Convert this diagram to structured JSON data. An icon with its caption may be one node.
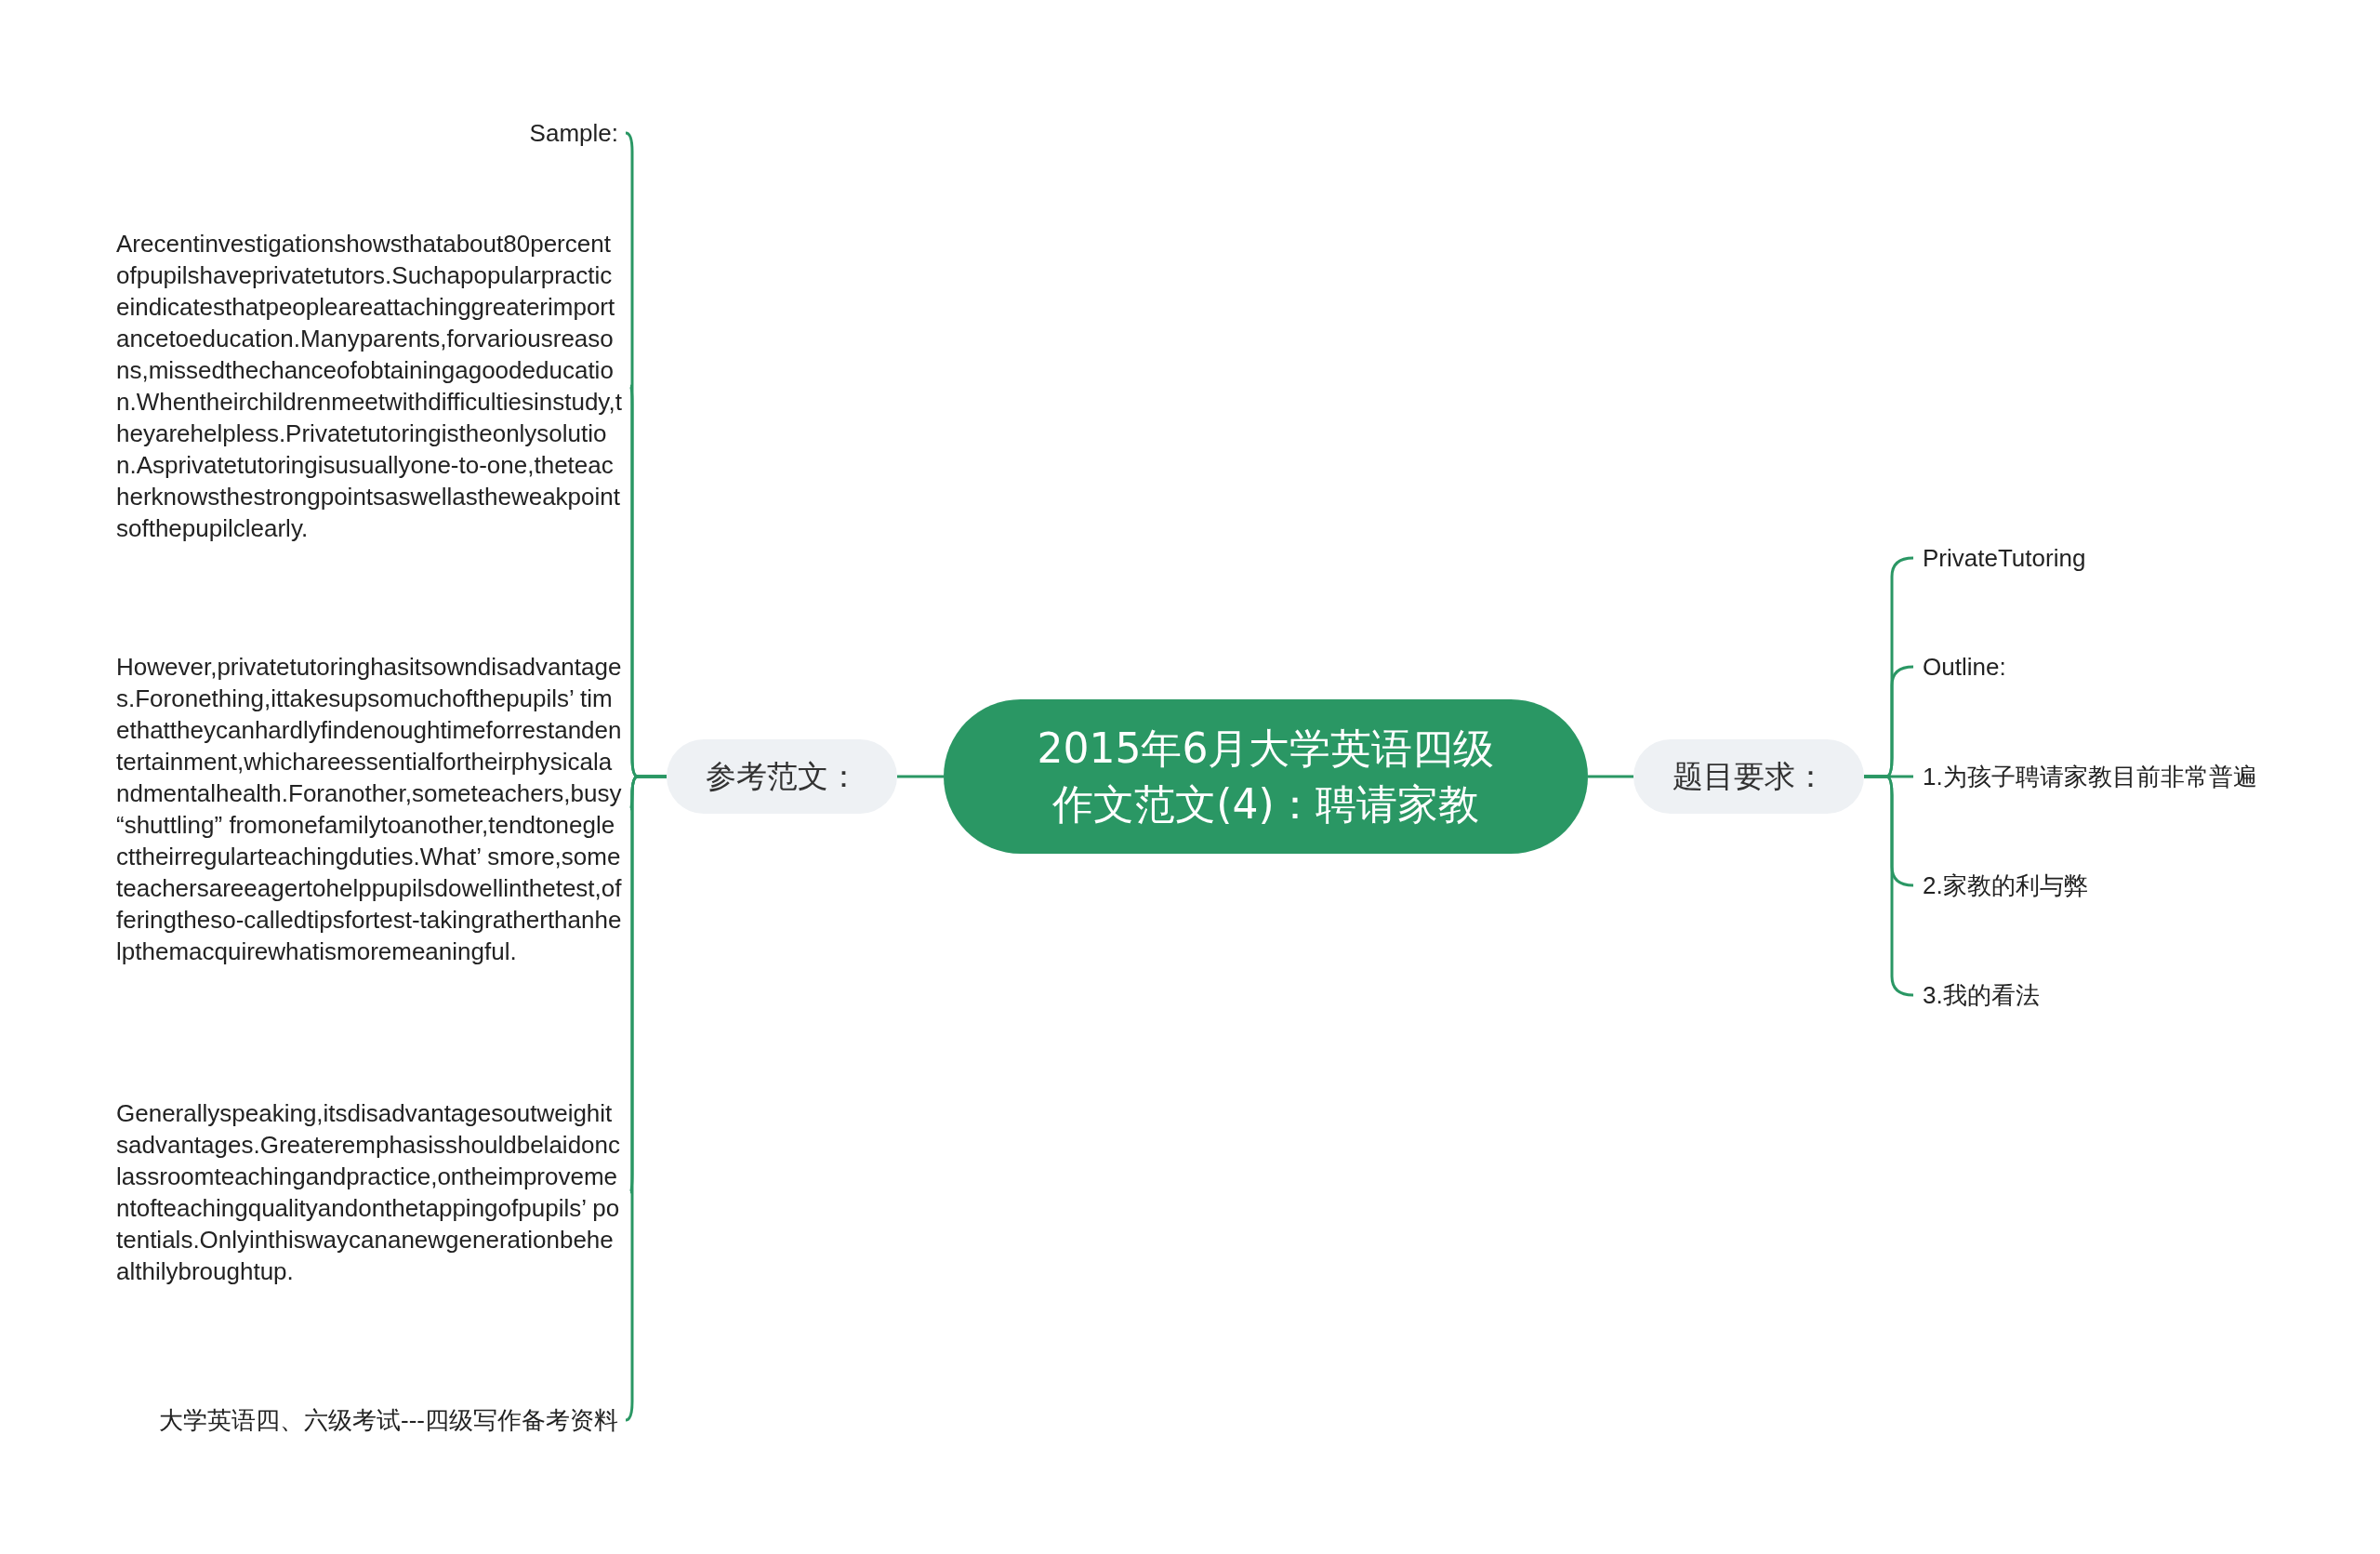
{
  "diagram": {
    "nodes": [
      {
        "text": [
          "2015年6月大学英语四级作文范文(4)：聘请家教"
        ]
      },
      {
        "text": [
          "参考范文："
        ]
      },
      {
        "text": [
          "Sample:"
        ]
      },
      {
        "text": [
          "Arecentinvestigationshowsthatabout80percentofpupilshaveprivatetutors.Suchapopularpracticeindicatesthatpeopleareattachinggreaterimportancetoeducation.Manyparents,forvariousreasons,missedthechanceofobtainingagoodeducation.Whentheirchildrenmeetwithdifficultiesinstudy,theyarehelpless.Privatetutoringistheonlysolution.Asprivatetutoringisusuallyone-to-one,theteacherknowsthestrongpointsaswellastheweakpointsofthepupilclearly."
        ]
      },
      {
        "text": [
          "However,privatetutoringhasitsowndisadvantages.Foronething,ittakesupsomuchofthepupils’ timethattheycanhardlyfindenoughtimeforrestandentertainment,whichareessentialfortheirphysicalandmentalhealth.Foranother,someteachers,busy “shuttling” fromonefamilytoanother,tendtoneglecttheirregularteachingduties.What’ smore,someteachersareeagertohelppupilsdowellinthetest,offeringtheso-calledtipsfortest-takingratherthanhelpthemacquirewhatismoremeaningful."
        ]
      },
      {
        "text": [
          "Generallyspeaking,itsdisadvantagesoutweighitsadvantages.Greateremphasisshouldbelaidonclassroomteachingandpractice,ontheimprovementofteachingqualityandonthetappingofpupils’ potentials.Onlyinthiswaycananewgenerationbehealthilybroughtup."
        ]
      },
      {
        "text": [
          "大学英语四、六级考试---四级写作备考资料"
        ]
      },
      {
        "text": [
          "题目要求："
        ]
      },
      {
        "text": [
          "PrivateTutoring"
        ]
      },
      {
        "text": [
          "Outline:"
        ]
      },
      {
        "text": [
          "1.为孩子聘请家教目前非常普遍"
        ]
      },
      {
        "text": [
          "2.家教的利与弊"
        ]
      },
      {
        "text": [
          "3.我的看法"
        ]
      }
    ],
    "edges": [
      {
        "from": 0,
        "to": 1,
        "arrow": "none"
      },
      {
        "from": 1,
        "to": 2,
        "arrow": "none"
      },
      {
        "from": 1,
        "to": 3,
        "arrow": "none"
      },
      {
        "from": 1,
        "to": 4,
        "arrow": "none"
      },
      {
        "from": 1,
        "to": 5,
        "arrow": "none"
      },
      {
        "from": 1,
        "to": 6,
        "arrow": "none"
      },
      {
        "from": 0,
        "to": 7,
        "arrow": "none"
      },
      {
        "from": 7,
        "to": 8,
        "arrow": "none"
      },
      {
        "from": 7,
        "to": 9,
        "arrow": "none"
      },
      {
        "from": 7,
        "to": 10,
        "arrow": "none"
      },
      {
        "from": 7,
        "to": 11,
        "arrow": "none"
      },
      {
        "from": 7,
        "to": 12,
        "arrow": "none"
      }
    ]
  }
}
